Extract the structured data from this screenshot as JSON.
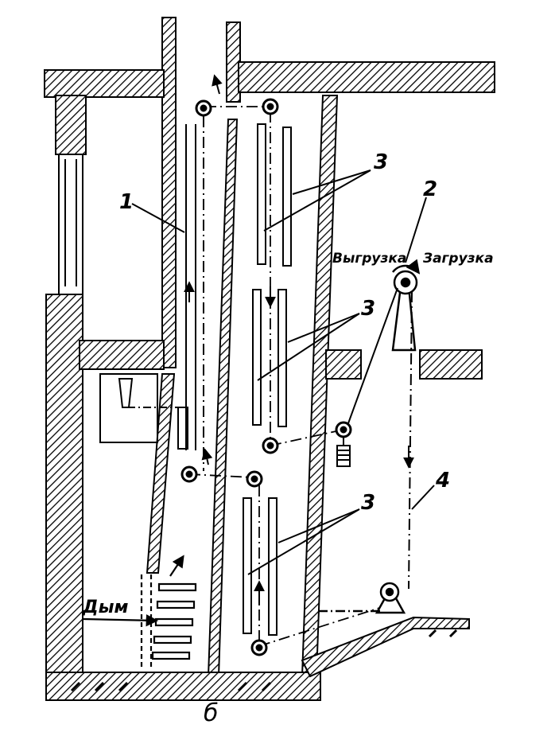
{
  "diagram": {
    "labels": {
      "conveyor": "1",
      "drive_pulley": "2",
      "shelves": "3",
      "chain": "4",
      "unload": "Выгрузка",
      "load": "Загрузка",
      "smoke": "Дым",
      "figure_letter": "б"
    },
    "colors": {
      "ink": "#000000",
      "paper": "#ffffff"
    }
  }
}
